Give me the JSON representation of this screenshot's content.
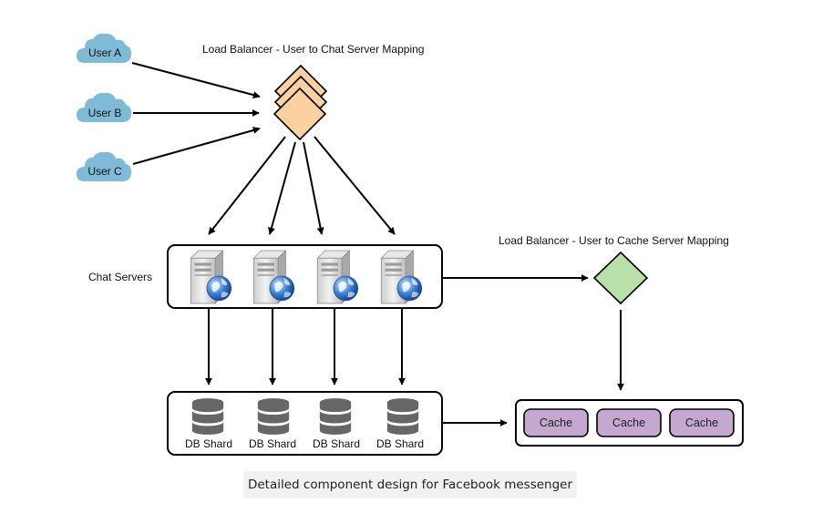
{
  "users": [
    {
      "label": "User A"
    },
    {
      "label": "User B"
    },
    {
      "label": "User C"
    }
  ],
  "load_balancer_chat": {
    "label": "Load Balancer -  User to Chat Server Mapping"
  },
  "chat_servers": {
    "label": "Chat Servers",
    "count": 4
  },
  "load_balancer_cache": {
    "label": "Load Balancer -  User to Cache Server Mapping"
  },
  "db_shards": [
    {
      "label": "DB Shard"
    },
    {
      "label": "DB Shard"
    },
    {
      "label": "DB Shard"
    },
    {
      "label": "DB Shard"
    }
  ],
  "caches": [
    {
      "label": "Cache"
    },
    {
      "label": "Cache"
    },
    {
      "label": "Cache"
    }
  ],
  "caption": "Detailed component design for Facebook messenger",
  "colors": {
    "cloud": "#7fbad6",
    "chat_lb_fill": "#fdd0a2",
    "cache_lb_fill": "#b8e0a8",
    "cache_fill": "#c4a8d0",
    "db_fill": "#666666"
  },
  "icons": {
    "user": "cloud-icon",
    "server": "server-globe-icon",
    "db": "database-icon",
    "load_balancer": "diamond-icon"
  }
}
